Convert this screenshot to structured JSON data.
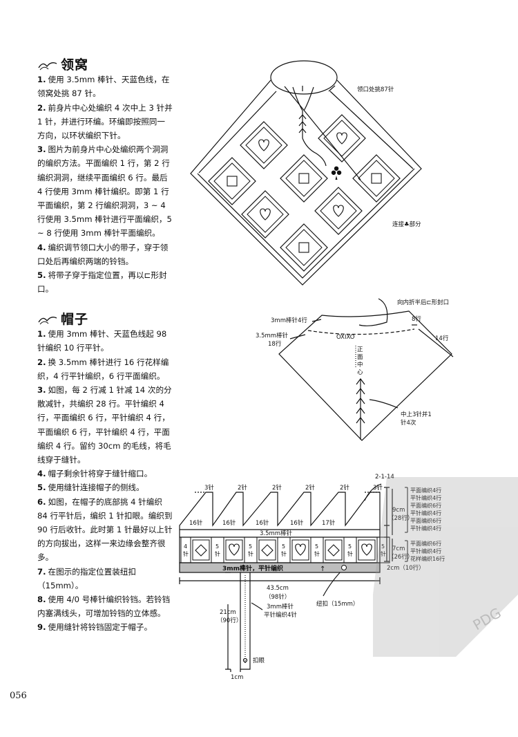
{
  "collar": {
    "title": "领窝",
    "steps": [
      {
        "n": "1.",
        "text": "使用 3.5mm 棒针、天蓝色线，在领窝处挑 87 针。"
      },
      {
        "n": "2.",
        "text": "前身片中心处编织 4 次中上 3 针并 1 针，并进行环编。环编即按照同一方向，以环状编织下针。"
      },
      {
        "n": "3.",
        "text": "图片为前身片中心处编织两个洞洞的编织方法。平面编织 1 行，第 2 行编织洞洞，继续平面编织 6 行。最后 4 行使用 3mm 棒针编织。即第 1 行平面编织，第 2 行编织洞洞，3 ~ 4 行使用 3.5mm 棒针进行平面编织，5 ~ 8 行使用 3mm 棒针平面编织。"
      },
      {
        "n": "4.",
        "text": "编织调节领口大小的带子，穿于领口处后再编织两端的铃铛。"
      },
      {
        "n": "5.",
        "text": "将带子穿于指定位置，再以⊏形封口。"
      }
    ]
  },
  "hat": {
    "title": "帽子",
    "steps": [
      {
        "n": "1.",
        "text": "使用 3mm 棒针、天蓝色线起 98 针编织 10 行平针。"
      },
      {
        "n": "2.",
        "text": "换 3.5mm 棒针进行 16 行花样编织，4 行平针编织，6 行平面编织。"
      },
      {
        "n": "3.",
        "text": "如图，每 2 行减 1 针减 14 次的分散减针，共编织 28 行。平针编织 4 行，平面编织 6 行，平针编织 4 行，平面编织 6 行，平针编织 4 行，平面编织 4 行。留约 30cm 的毛线，将毛线穿于缝针。"
      },
      {
        "n": "4.",
        "text": "帽子剩余针将穿于缝针缩口。"
      },
      {
        "n": "5.",
        "text": "使用缝针连接帽子的侧线。"
      },
      {
        "n": "6.",
        "text": "如图，在帽子的底部挑 4 针编织 84 行平针后，编织 1 针扣眼。编织到 90 行后收针。此时第 1 针最好以上针的方向拔出，这样一来边缘会整齐很多。"
      },
      {
        "n": "7.",
        "text": "在图示的指定位置装纽扣（15mm）。"
      },
      {
        "n": "8.",
        "text": "使用 4/0 号棒针编织铃铛。若铃铛内塞满线头，可增加铃铛的立体感。"
      },
      {
        "n": "9.",
        "text": "使用缝针将铃铛固定于帽子。"
      }
    ]
  },
  "diagram1": {
    "neck_label": "领口处挑87针",
    "join_label": "连接♣部分"
  },
  "diagram2": {
    "fold_label": "向内折半后⊏形封口",
    "needle3_label": "3mm棒针4行",
    "needle35_label": "3.5mm棒针",
    "rows18": "18行",
    "rows8": "8行",
    "rows14": "14行",
    "center_chars": [
      "正",
      "面",
      "中",
      "心"
    ],
    "dec_label_1": "中上3针并1",
    "dec_label_2": "针4次"
  },
  "diagram3": {
    "dec_pattern": "2-1-14",
    "top_stitches": [
      "3针",
      "2针",
      "2针",
      "2针",
      "2针",
      "3针"
    ],
    "side_stitches": [
      "16针",
      "16针",
      "16针",
      "16针",
      "17针"
    ],
    "needle35": "3.5mm棒针",
    "band_label": "3mm棒针，平针编织",
    "count4": "4",
    "count5": "5",
    "unit_stitch": "针",
    "h9": "9cm",
    "h9rows": "（28行）",
    "h7": "7cm",
    "h7rows": "（26行）",
    "h2": "2cm（10行）",
    "right_list_top": [
      "平面编织4行",
      "平针编织4行",
      "平面编织6行",
      "平针编织4行",
      "平面编织6行",
      "平针编织4行"
    ],
    "right_list_bottom": [
      "平面编织6行",
      "平针编织4行",
      "花样编织16行"
    ],
    "width": "43.5cm",
    "width_st": "（98针）",
    "button_label": "纽扣（15mm）",
    "strap_len": "21cm",
    "strap_rows": "（90行）",
    "strap_note_1": "3mm棒针",
    "strap_note_2": "平针编织4针",
    "buttonhole": "扣眼",
    "strap_w": "1cm"
  },
  "watermark": "PDG",
  "page_number": "056"
}
